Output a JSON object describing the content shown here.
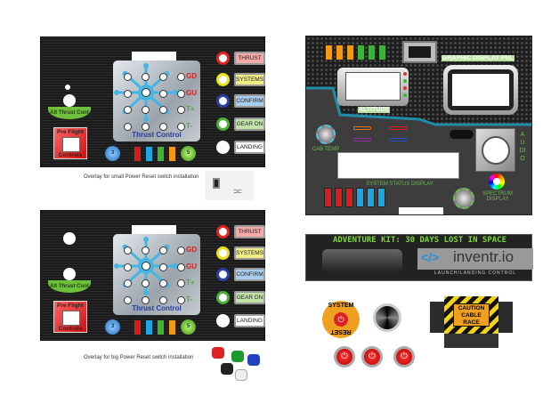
{
  "panels": [
    {
      "caption": "Overlay for small Power Reset switch installation"
    },
    {
      "caption": "Overlay for big Power Reset switch installation"
    }
  ],
  "left_panel": {
    "arc_label": "Alt Thrust Cont",
    "preflight_top": "Pre Flight",
    "preflight_bottom": "Controls",
    "thrust_title": "Thrust Control",
    "grid_labels": [
      "GD",
      "GU",
      "T+",
      "T-"
    ],
    "grid_label_colors": [
      "#d42020",
      "#d42020",
      "#4caf3a",
      "#4caf3a"
    ],
    "dial_left": "3",
    "dial_right": "5",
    "buttons": [
      {
        "label": "THRUST",
        "ring": "#e52222",
        "bg": "#f6a9a9"
      },
      {
        "label": "SYSTEMS",
        "ring": "#e9e11c",
        "bg": "#f2ec84"
      },
      {
        "label": "CONFIRM",
        "ring": "#2d3fa8",
        "bg": "#a9cff0"
      },
      {
        "label": "GEAR DN",
        "ring": "#4cb235",
        "bg": "#c3e4a8"
      },
      {
        "label": "LANDING",
        "ring": "#ffffff",
        "bg": "#ffffff"
      }
    ],
    "rocker_colors": [
      "#d41f1f",
      "#1fa6e0",
      "#3fb23a",
      "#f39a14"
    ]
  },
  "control_panel": {
    "graphic_display_label": "GRAPHIC DISPLAY PNL",
    "altitude_label": "ALTITUDE",
    "cab_temp_label": "CAB TEMP",
    "system_status_label": "SYSTEM STATUS DISPLAY",
    "audio_label": "AUDIO",
    "spectrum_label": "SPECTRUM DISPLAY",
    "top_rockers": [
      "#f39a14",
      "#f39a14",
      "#f39a14",
      "#3fb23a",
      "#3fb23a",
      "#3fb23a"
    ],
    "bottom_rockers": [
      "#d41f1f",
      "#d41f1f",
      "#d41f1f",
      "#1fa6e0",
      "#1fa6e0",
      "#1fa6e0"
    ]
  },
  "banner": {
    "title": "ADVENTURE KIT: 30 DAYS LOST IN SPACE",
    "brand": "inventr.io",
    "subtitle": "LAUNCH/LANDING CONTROL"
  },
  "system_reset": {
    "top": "SYSTEM",
    "bottom": "RESET"
  },
  "caution": {
    "text": "CAUTION CABLE RACE"
  }
}
